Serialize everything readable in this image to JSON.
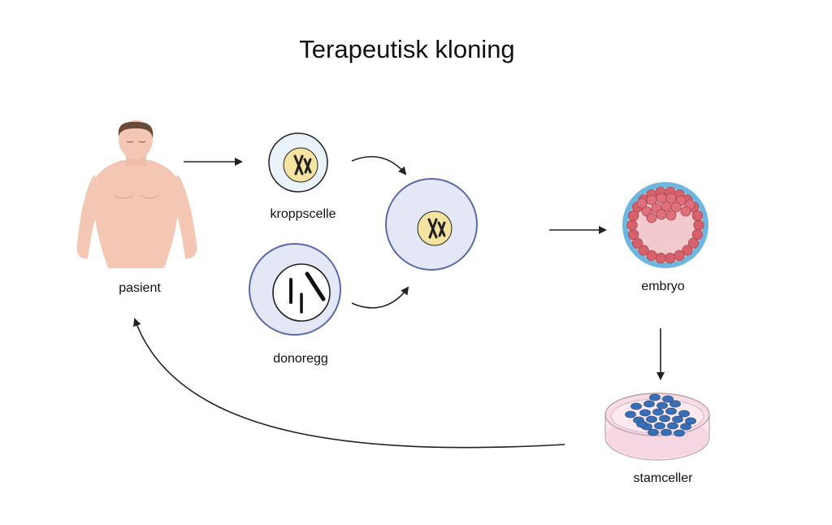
{
  "title": "Terapeutisk kloning",
  "labels": {
    "patient": "pasient",
    "body_cell": "kroppscelle",
    "donor_egg": "donoregg",
    "embryo": "embryo",
    "stem_cells": "stamceller"
  },
  "colors": {
    "skin": "#f3c7b4",
    "hair": "#6b4a3a",
    "nucleus": "#f4e3a1",
    "cell_fill": "#e4e8f6",
    "cell_stroke": "#5b6aa8",
    "body_cell_fill": "#eaf2fa",
    "embryo_ring": "#6fb6de",
    "embryo_cells": "#d6616b",
    "stem_cell": "#3a6fb5",
    "dish_fill": "#f7dbe6",
    "arrow": "#222222"
  }
}
